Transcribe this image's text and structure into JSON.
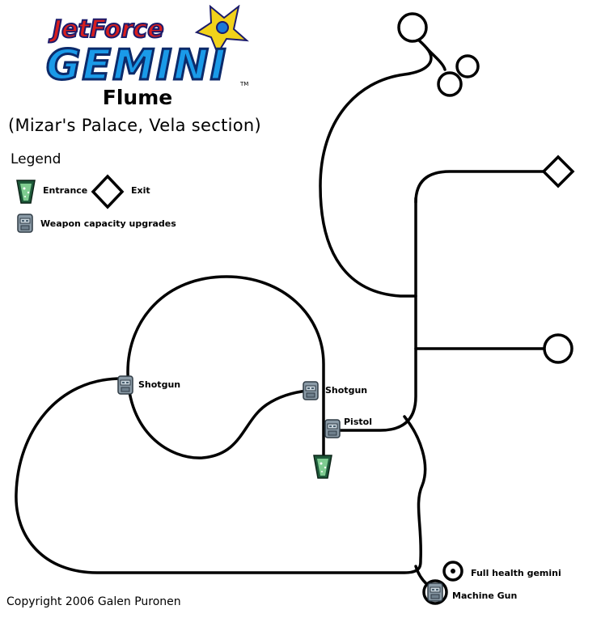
{
  "logo": {
    "line1": "JetForce",
    "line2": "GEMINI",
    "trademark": "TM"
  },
  "title": "Flume",
  "subtitle": "(Mizar's Palace, Vela section)",
  "legend": {
    "title": "Legend",
    "entrance": "Entrance",
    "exit": "Exit",
    "weapon_upgrades": "Weapon capacity upgrades"
  },
  "markers": {
    "shotgun_left": "Shotgun",
    "shotgun_center": "Shotgun",
    "pistol": "Pistol",
    "full_health": "Full health gemini",
    "machine_gun": "Machine Gun"
  },
  "copyright": "Copyright 2006 Galen Puronen",
  "colors": {
    "path": "#000000",
    "entrance_top": "#1e5a3a",
    "entrance_glow": "#8fe0a0",
    "crate": "#8a9aa6",
    "logo_red": "#d81e1e",
    "logo_blue": "#1a78d8",
    "logo_yellow": "#f2d21a"
  }
}
